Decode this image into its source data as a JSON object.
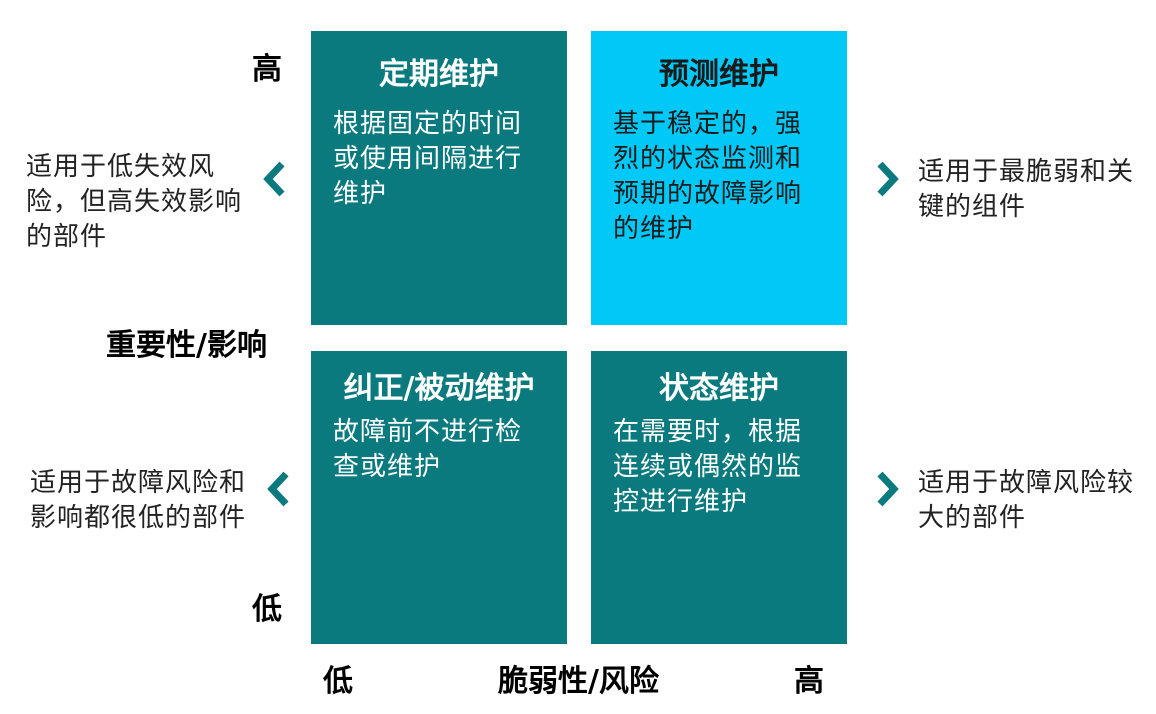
{
  "y_axis": {
    "high": "高",
    "label": "重要性/影响",
    "low": "低"
  },
  "x_axis": {
    "low": "低",
    "label": "脆弱性/风险",
    "high": "高"
  },
  "quadrants": {
    "top_left": {
      "title": "定期维护",
      "body": "根据固定的时间或使用间隔进行维护"
    },
    "top_right": {
      "title": "预测维护",
      "body": "基于稳定的，强烈的状态监测和预期的故障影响的维护"
    },
    "bottom_left": {
      "title": "纠正/被动维护",
      "body": "故障前不进行检查或维护"
    },
    "bottom_right": {
      "title": "状态维护",
      "body": "在需要时，根据连续或偶然的监控进行维护"
    }
  },
  "side_notes": {
    "top_left": "适用于低失效风险，但高失效影响的部件",
    "top_right": "适用于最脆弱和关键的组件",
    "bottom_left": "适用于故障风险和影响都很低的部件",
    "bottom_right": "适用于故障风险较大的部件"
  },
  "colors": {
    "teal": "#0b7a7e",
    "cyan": "#00c8f7",
    "arrow": "#0b7a7e"
  },
  "icons": {
    "left": "chevron-left-icon",
    "right": "chevron-right-icon"
  }
}
